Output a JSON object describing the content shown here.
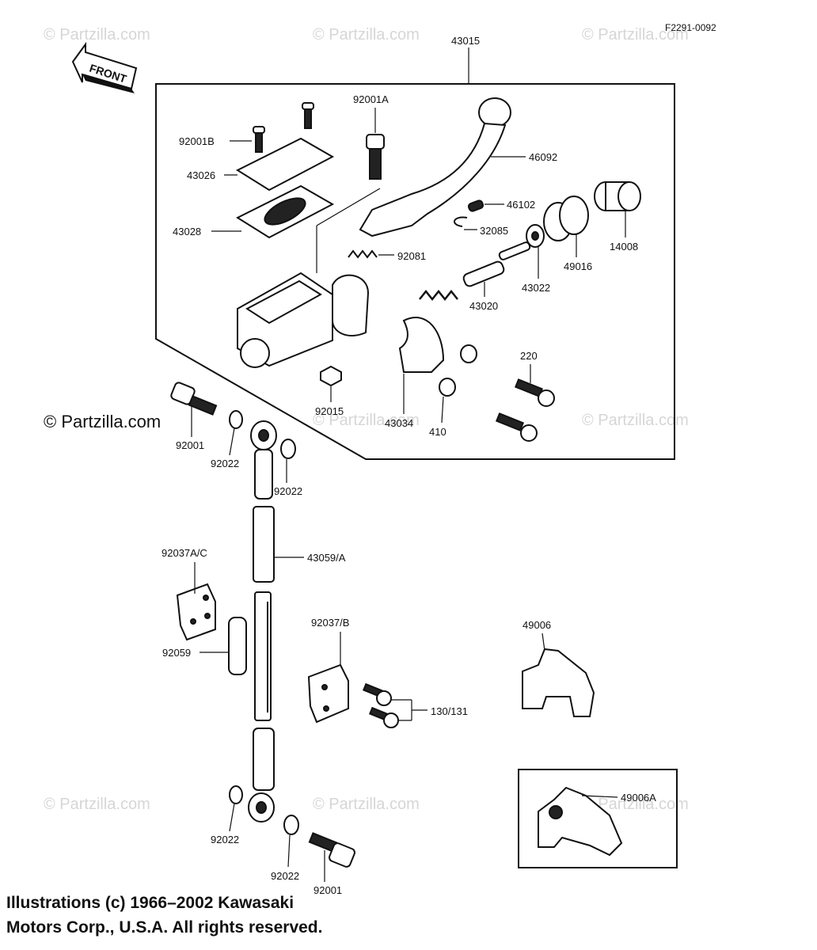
{
  "drawing_code": "F2291-0092",
  "front_label": "FRONT",
  "watermarks": [
    "© Partzilla.com",
    "© Partzilla.com",
    "© Partzilla.com",
    "© Partzilla.com",
    "© Partzilla.com",
    "© Partzilla.com",
    "© Partzilla.com",
    "© Partzilla.com",
    "© Partzilla.com"
  ],
  "watermark_primary": "© Partzilla.com",
  "labels": {
    "p43015": "43015",
    "p92001A": "92001A",
    "p92001B": "92001B",
    "p46092": "46092",
    "p43026": "43026",
    "p46102": "46102",
    "p43028": "43028",
    "p32085": "32085",
    "p14008": "14008",
    "p92081": "92081",
    "p49016": "49016",
    "p43022": "43022",
    "p43020": "43020",
    "p220": "220",
    "p92015": "92015",
    "p43034": "43034",
    "p410": "410",
    "p92001_top": "92001",
    "p92022_a": "92022",
    "p92022_b": "92022",
    "p43059A": "43059/A",
    "p92037AC": "92037A/C",
    "p92037B": "92037/B",
    "p49006": "49006",
    "p92059": "92059",
    "p130131": "130/131",
    "p49006A": "49006A",
    "p92022_c": "92022",
    "p92022_d": "92022",
    "p92001_bot": "92001"
  },
  "copyright_lines": [
    "Illustrations (c) 1966–2002 Kawasaki",
    "Motors Corp., U.S.A.  All rights reserved."
  ]
}
